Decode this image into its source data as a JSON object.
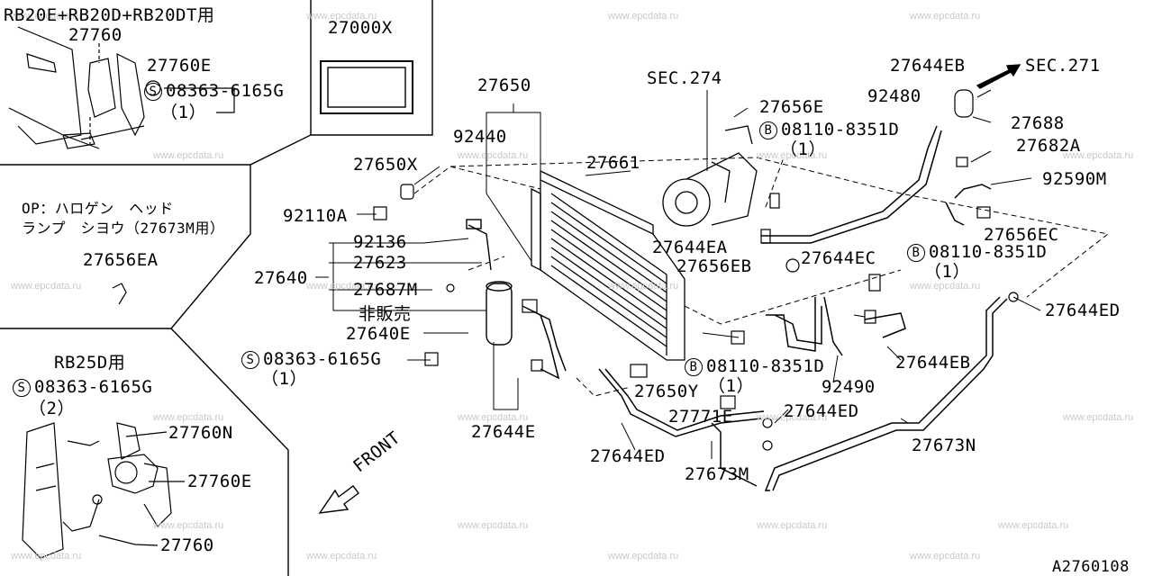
{
  "watermark": "www.epcdata.ru",
  "diagram_code": "A2760108",
  "insets": {
    "top_left_title": "RB20E+RB20D+RB20DT用",
    "top_box_part": "27000X",
    "option_note_line1": "OP：ハロゲン　ヘッド",
    "option_note_line2": "ランプ　シヨウ（27673M用）",
    "bottom_left_title": "RB25D用"
  },
  "labels": {
    "l27760_a": "27760",
    "l27760E_a": "27760E",
    "l08363_a": "08363-6165G",
    "q1_a": "（1）",
    "l27656EA": "27656EA",
    "l08363_b": "08363-6165G",
    "q2_b": "（2）",
    "l27760N": "27760N",
    "l27760E_b": "27760E",
    "l27760_b": "27760",
    "l27650": "27650",
    "l92440": "92440",
    "l27661": "27661",
    "l27650X": "27650X",
    "l92110A": "92110A",
    "l92136": "92136",
    "l27623": "27623",
    "l27640": "27640",
    "l27687M": "27687M",
    "l_hihanbai": "非販売",
    "l27640E": "27640E",
    "l08363_c": "08363-6165G",
    "q1_c": "（1）",
    "l27644E": "27644E",
    "l27650Y": "27650Y",
    "l27644ED_a": "27644ED",
    "l27771E": "27771E",
    "l27644ED_b": "27644ED",
    "l27673M": "27673M",
    "l27673N": "27673N",
    "lSEC274": "SEC.274",
    "l27656E": "27656E",
    "l08110_a": "08110-8351D",
    "q1_d": "（1）",
    "l27644EA": "27644EA",
    "l27656EB": "27656EB",
    "l27644EC": "27644EC",
    "l08110_b": "08110-8351D",
    "q1_e": "（1）",
    "l08110_c": "08110-8351D",
    "q1_f": "（1）",
    "l92490": "92490",
    "l27644EB_a": "27644EB",
    "l27644ED_c": "27644ED",
    "l27644EB_b": "27644EB",
    "lSEC271": "SEC.271",
    "l92480": "92480",
    "l27688": "27688",
    "l27682A": "27682A",
    "l92590M": "92590M",
    "l27656EC": "27656EC",
    "lFRONT": "FRONT"
  },
  "symbols": {
    "s": "S",
    "b": "B"
  }
}
